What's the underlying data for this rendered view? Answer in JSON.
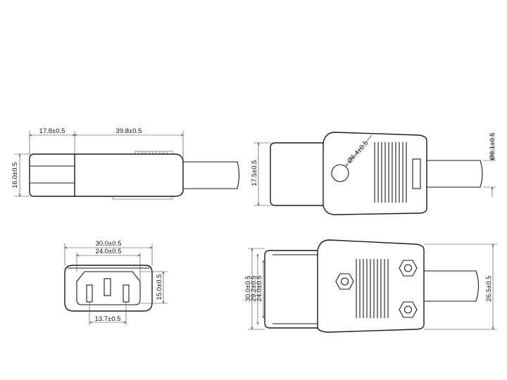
{
  "views": {
    "side": {
      "dims": {
        "length_front": "17.8±0.5",
        "length_body": "39.8±0.5",
        "height": "16.0±0.5"
      }
    },
    "top": {
      "dims": {
        "width_front": "17.5±0.5",
        "hole_dia": "Ø6.4±0.5",
        "cable_dia": "Ø8.1±0.5"
      }
    },
    "face": {
      "dims": {
        "outer_width": "30.0±0.5",
        "inner_width": "24.0±0.5",
        "height": "15.0±0.5",
        "pin_span": "13.7±0.5"
      }
    },
    "plan": {
      "dims": {
        "outer": "30.0±0.5",
        "mid": "29.2±0.5",
        "inner": "24.0±0.5",
        "rear": "26.5±0.5"
      }
    }
  }
}
